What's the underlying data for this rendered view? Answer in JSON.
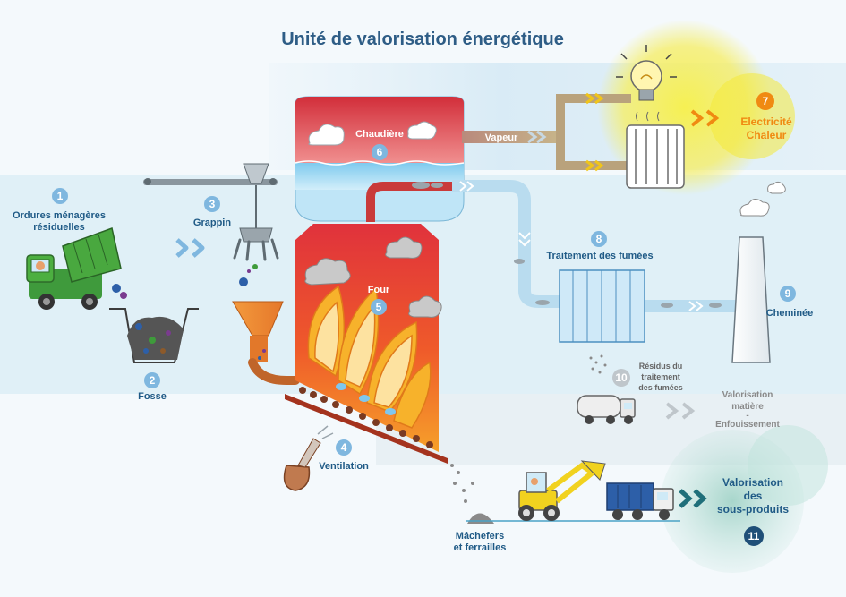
{
  "title": "Unité de valorisation énergétique",
  "steps": {
    "s1": {
      "num": "1",
      "line1": "Ordures ménagères",
      "line2": "résiduelles"
    },
    "s2": {
      "num": "2",
      "label": "Fosse"
    },
    "s3": {
      "num": "3",
      "label": "Grappin"
    },
    "s4": {
      "num": "4",
      "label": "Ventilation"
    },
    "s5": {
      "num": "5",
      "label": "Four"
    },
    "s6": {
      "num": "6",
      "label": "Chaudière"
    },
    "s7": {
      "num": "7",
      "line1": "Electricité",
      "line2": "Chaleur"
    },
    "s8": {
      "num": "8",
      "label": "Traitement des fumées"
    },
    "s9": {
      "num": "9",
      "label": "Cheminée"
    },
    "s10": {
      "num": "10",
      "line1": "Résidus du",
      "line2": "traitement",
      "line3": "des fumées"
    },
    "s11": {
      "num": "11",
      "line1": "Valorisation",
      "line2": "des",
      "line3": "sous-produits"
    }
  },
  "labels": {
    "vapeur": "Vapeur",
    "machefers1": "Mâchefers",
    "machefers2": "et ferrailles",
    "valo_matiere1": "Valorisation",
    "valo_matiere2": "matière",
    "valo_dash": "-",
    "enfouissement": "Enfouissement"
  },
  "colors": {
    "title": "#2e5d86",
    "label": "#1f5a86",
    "badge": "#7fb7df",
    "orange": "#f08a12",
    "pipe": "#b9dcef",
    "boiler_red": "#d8303a",
    "water": "#a9dcf3"
  }
}
